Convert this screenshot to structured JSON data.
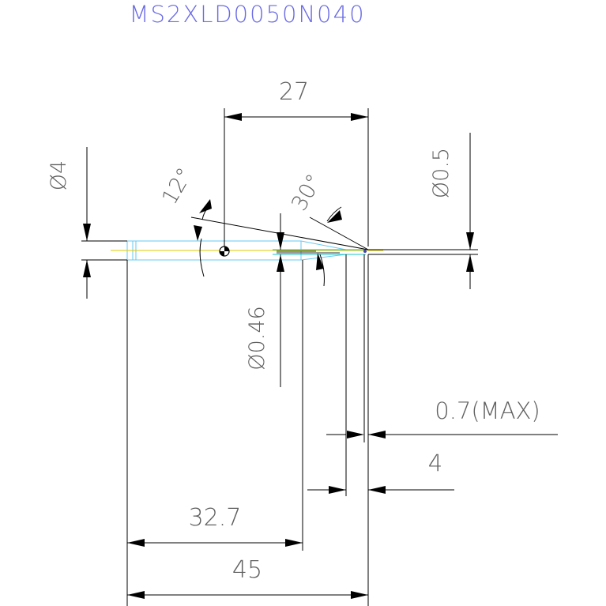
{
  "title": "MS2XLD0050N040",
  "dimensions": {
    "length_27": "27",
    "length_32_7": "32.7",
    "length_45": "45",
    "length_4": "4",
    "length_0_7_max": "0.7(MAX)",
    "dia_4": "Ø4",
    "dia_0_5": "Ø0.5",
    "dia_0_46": "Ø0.46",
    "angle_12": "12°",
    "angle_30": "30°"
  },
  "colors": {
    "title": "#6a6ae6",
    "dimension_text": "#606060",
    "dimension_lines": "#000000",
    "tool_body": "#66c8f0",
    "tool_neck": "#18c4c4",
    "center_axis": "#e0c800"
  }
}
